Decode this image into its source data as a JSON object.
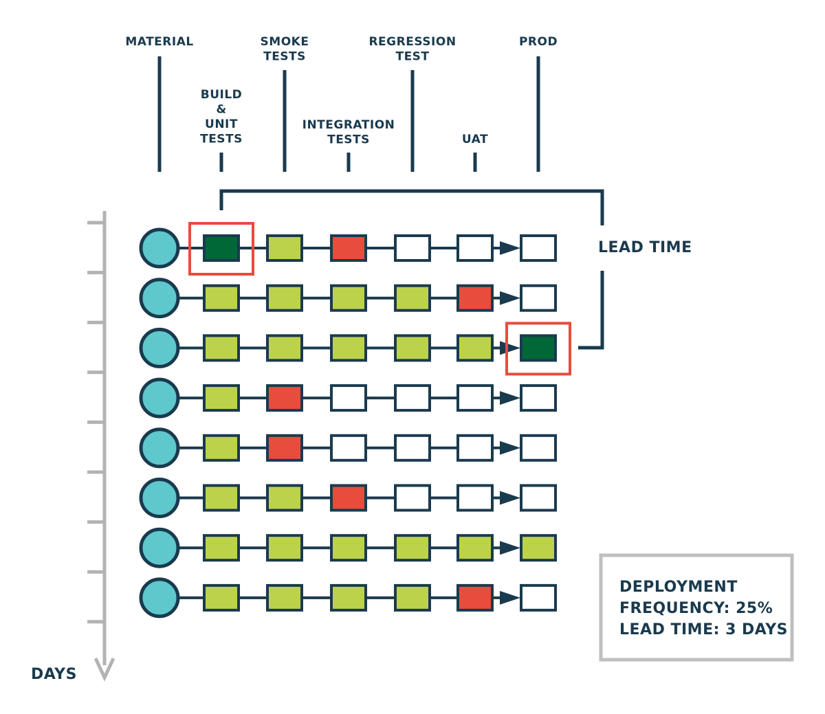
{
  "stages": [
    {
      "key": "material",
      "lines": [
        "MATERIAL"
      ]
    },
    {
      "key": "build",
      "lines": [
        "BUILD",
        "&",
        "UNIT",
        "TESTS"
      ]
    },
    {
      "key": "smoke",
      "lines": [
        "SMOKE",
        "TESTS"
      ]
    },
    {
      "key": "integration",
      "lines": [
        "INTEGRATION",
        "TESTS"
      ]
    },
    {
      "key": "regression",
      "lines": [
        "REGRESSION",
        "TEST"
      ]
    },
    {
      "key": "uat",
      "lines": [
        "UAT"
      ]
    },
    {
      "key": "prod",
      "lines": [
        "PROD"
      ]
    }
  ],
  "rows": [
    [
      "deployed",
      "pass",
      "fail",
      "pending",
      "pending",
      "pending"
    ],
    [
      "pass",
      "pass",
      "pass",
      "pass",
      "fail",
      "pending"
    ],
    [
      "pass",
      "pass",
      "pass",
      "pass",
      "pass",
      "deployed"
    ],
    [
      "pass",
      "fail",
      "pending",
      "pending",
      "pending",
      "pending"
    ],
    [
      "pass",
      "fail",
      "pending",
      "pending",
      "pending",
      "pending"
    ],
    [
      "pass",
      "pass",
      "fail",
      "pending",
      "pending",
      "pending"
    ],
    [
      "pass",
      "pass",
      "pass",
      "pass",
      "pass",
      "pass"
    ],
    [
      "pass",
      "pass",
      "pass",
      "pass",
      "fail",
      "pending"
    ]
  ],
  "highlights": [
    {
      "row": 0,
      "col": 0
    },
    {
      "row": 2,
      "col": 5
    }
  ],
  "lead_time_label": "LEAD TIME",
  "axis_label": "DAYS",
  "stats": {
    "lines": [
      "DEPLOYMENT",
      "FREQUENCY: 25%",
      "LEAD TIME: 3 DAYS"
    ]
  },
  "colors": {
    "navy": "#1a3a4e",
    "material": "#5ec8cc",
    "pass": "#bdd24b",
    "fail": "#e84c3d",
    "deployed": "#006837",
    "pending": "#ffffff",
    "highlight": "#e84c3d",
    "axis": "#b3b3b3",
    "stats_border": "#bfbfbf"
  }
}
